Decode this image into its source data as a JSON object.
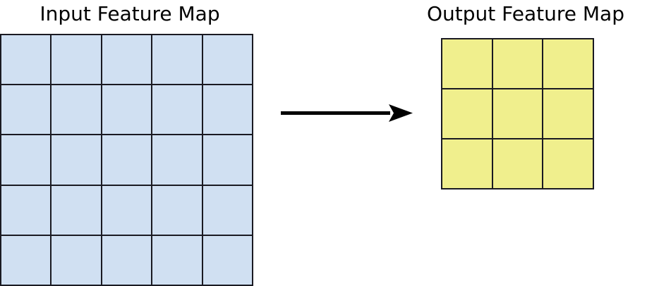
{
  "diagram": {
    "background_color": "#ffffff",
    "input": {
      "title": "Input Feature Map",
      "rows": 5,
      "cols": 5,
      "cell_fill": "#d0e0f2",
      "cell_stroke": "#1a1a22",
      "cells": [
        [
          "",
          "",
          "",
          "",
          ""
        ],
        [
          "",
          "",
          "",
          "",
          ""
        ],
        [
          "",
          "",
          "",
          "",
          ""
        ],
        [
          "",
          "",
          "",
          "",
          ""
        ],
        [
          "",
          "",
          "",
          "",
          ""
        ]
      ]
    },
    "output": {
      "title": "Output Feature Map",
      "rows": 3,
      "cols": 3,
      "cell_fill": "#f0ef8d",
      "cell_stroke": "#1a1a22",
      "cells": [
        [
          "",
          "",
          ""
        ],
        [
          "",
          "",
          ""
        ],
        [
          "",
          "",
          ""
        ]
      ]
    },
    "arrow": {
      "name": "transform-arrow",
      "direction": "right",
      "color": "#000000",
      "label": ""
    }
  }
}
